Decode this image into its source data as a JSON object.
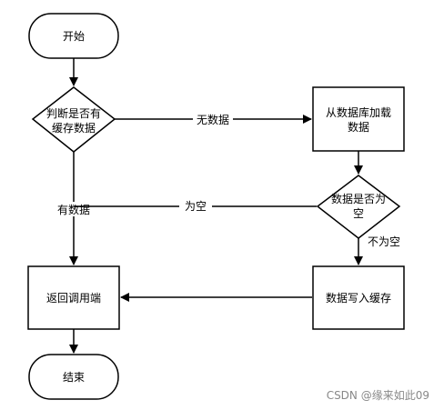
{
  "nodes": {
    "start": "开始",
    "check_cache_line1": "判断是否有",
    "check_cache_line2": "缓存数据",
    "load_db_line1": "从数据库加载",
    "load_db_line2": "数据",
    "check_empty_line1": "数据是否为",
    "check_empty_line2": "空",
    "write_cache": "数据写入缓存",
    "return_caller": "返回调用端",
    "end": "结束"
  },
  "edges": {
    "no_data": "无数据",
    "has_data": "有数据",
    "is_empty": "为空",
    "not_empty": "不为空"
  },
  "watermark": "CSDN @缘来如此09",
  "colors": {
    "stroke": "#000000",
    "fill": "#ffffff",
    "watermark": "#888888"
  }
}
